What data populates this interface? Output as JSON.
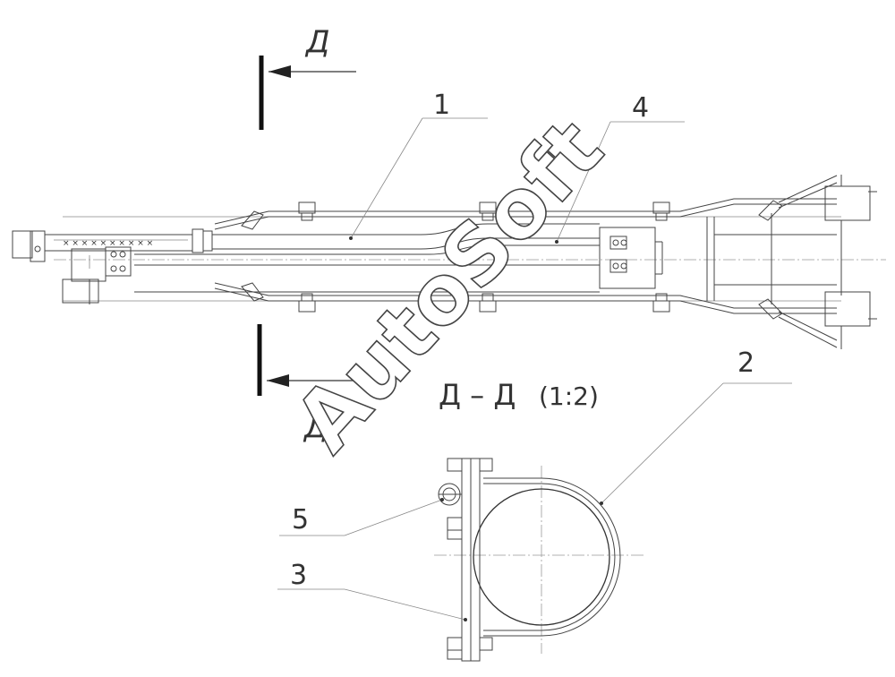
{
  "drawing": {
    "section_letter": "Д",
    "section_title": "Д – Д",
    "section_scale": "(1:2)",
    "callouts": [
      "1",
      "2",
      "3",
      "4",
      "5"
    ],
    "watermark": "AutoSoft"
  }
}
